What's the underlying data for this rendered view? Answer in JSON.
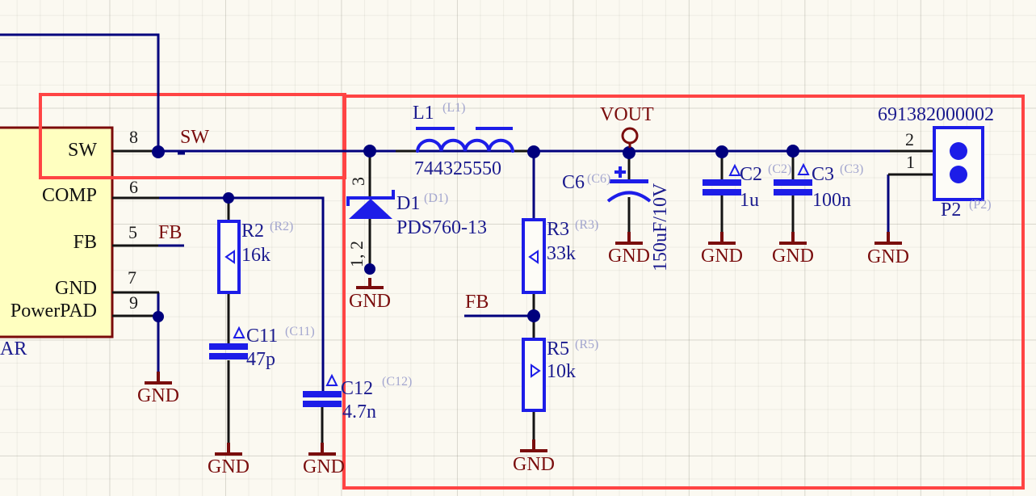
{
  "labels": {
    "gnd": "GND",
    "ar": "AR"
  },
  "nets": {
    "sw": "SW",
    "fb_pin": "FB",
    "fb_divider": "FB",
    "vout": "VOUT"
  },
  "ic": {
    "pins": {
      "sw": {
        "name": "SW",
        "num": "8"
      },
      "comp": {
        "name": "COMP",
        "num": "6"
      },
      "fb": {
        "name": "FB",
        "num": "5"
      },
      "gnd": {
        "name": "GND",
        "num": "7"
      },
      "powerpad": {
        "name": "PowerPAD",
        "num": "9"
      }
    }
  },
  "components": {
    "l1": {
      "designator": "L1",
      "ref": "(L1)",
      "value": "744325550"
    },
    "d1": {
      "designator": "D1",
      "ref": "(D1)",
      "value": "PDS760-13",
      "pin_top": "3",
      "pin_bottom": "1, 2"
    },
    "r2": {
      "designator": "R2",
      "ref": "(R2)",
      "value": "16k"
    },
    "r3": {
      "designator": "R3",
      "ref": "(R3)",
      "value": "33k"
    },
    "r5": {
      "designator": "R5",
      "ref": "(R5)",
      "value": "10k"
    },
    "c2": {
      "designator": "C2",
      "ref": "(C2)",
      "value": "1u"
    },
    "c3": {
      "designator": "C3",
      "ref": "(C3)",
      "value": "100n"
    },
    "c6": {
      "designator": "C6",
      "ref": "(C6)",
      "value": "150uF/10V"
    },
    "c11": {
      "designator": "C11",
      "ref": "(C11)",
      "value": "47p"
    },
    "c12": {
      "designator": "C12",
      "ref": "(C12)",
      "value": "4.7n"
    },
    "p2": {
      "designator": "P2",
      "ref": "(P2)",
      "value": "691382000002",
      "pin1": "1",
      "pin2": "2"
    }
  },
  "colors": {
    "wire": "#00007D",
    "component_blue": "#1d1de8",
    "net_maroon": "#7A0D0D",
    "selection_red": "#FF4444",
    "ic_fill": "#FFFFC0",
    "ic_border": "#7B0B0B",
    "ref_gray": "#A3A6CF",
    "background": "#FBF9F1"
  }
}
